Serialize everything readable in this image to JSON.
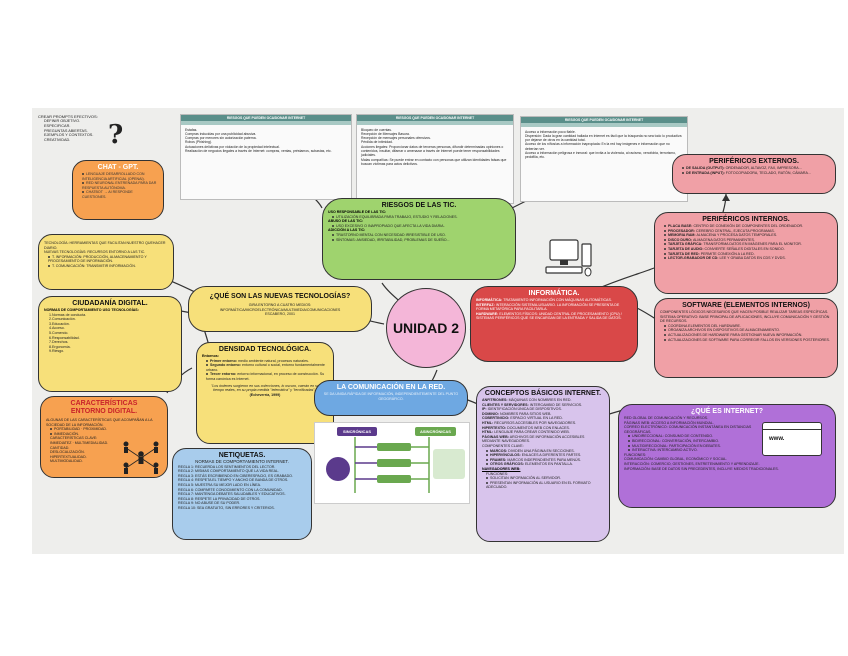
{
  "prompts": {
    "title": "CREAR PROMPTS EFECTIVOS:",
    "items": [
      "DEFINIR OBJETIVO.",
      "ESPECIFICAR.",
      "PREGUNTAS ABIERTAS.",
      "EJEMPLOS Y CONTEXTOS.",
      "CREATIVIDAD."
    ]
  },
  "question_mark": "?",
  "cards": [
    {
      "title": "RIESGOS QUE PUEDEN OCASIONAR INTERNET",
      "items": [
        "Estafas.",
        "Compras inducidas por una publicidad abusiva.",
        "Compras por menores sin autorización paterna.",
        "Robos (Phishing).",
        "Actuaciones delictivas por violación de la propiedad intelectual.",
        "Realización de negocios ilegales a través de Internet: compras, ventas, préstamos, subastas, etc."
      ]
    },
    {
      "title": "RIESGOS QUE PUEDEN OCASIONAR INTERNET",
      "items": [
        "Bloqueo de cuentas.",
        "Recepción de Mensajes Basura.",
        "Recepción de mensajes personales ofensivos.",
        "Pérdida de intimidad.",
        "Acciones ilegales: Proporcionar datos de terceras personas, difundir determinadas opiniones o contenidos, insultar, difamar o amenazar a través de Internet puede tener responsabilidades judiciales.",
        "Malas compañías: Se puede entrar en contacto con personas que utilizan identidades falsas que buscan víctimas para actos delictivos."
      ]
    },
    {
      "title": "RIESGOS QUE PUEDEN OCASIONAR INTERNET",
      "items": [
        "Acceso a información poco fiable.",
        "Dispersión: Dada la gran cantidad hallada en Internet es fácil que la búsqueda no sea todo lo productiva por dejarse de otros en la cantidad total.",
        "Acceso de los niños/as a información inapropiada: En la red hay imágenes e información que no deberían ver.",
        "Acceso a información peligrosa e inmoral: que invita a la violencia, al racismo, xenofobia, terrorismo, pedofilia, etc."
      ]
    }
  ],
  "chat": {
    "title": "CHAT - GPT.",
    "items": [
      "LENGUAJE DESARROLLADO CON INTELIGENCIA ARTIFICIAL (OPENAI).",
      "RED NEURONAL ENTRENADA PARA DAR RESPUESTA AUTÓNOMA.",
      "CHATBOT → AI RESPONDE CUESTIONES."
    ]
  },
  "tecnologia": {
    "lines": [
      "TECNOLOGÍA: HERRAMIENTAS QUE FACILITAN NUESTRO QUEHACER DIARIO.",
      "NUEVAS TECNOLOGÍAS: RECURSOS ENTORNO A LAS TIC."
    ],
    "items": [
      "T. INFORMACIÓN: PRODUCCIÓN, ALMACENAMIENTO Y PROCESAMIENTO DE INFORMACIÓN.",
      "T. COMUNICACIÓN: TRANSMITIR INFORMACIÓN."
    ]
  },
  "ciudadania": {
    "title": "CIUDADANÍA DIGITAL.",
    "subtitle": "NORMAS DE COMPORTAMIENTO USO TECNOLOGÍAS:",
    "items": [
      "1.Normas de conducta.",
      "2.Comunicación.",
      "3.Educación.",
      "4.Acceso.",
      "5.Comercio.",
      "6.Responsabilidad.",
      "7.Derechos.",
      "8.Ergonomía.",
      "9.Riesgo."
    ]
  },
  "riesgos": {
    "title": "RIESGOS DE LAS TIC.",
    "sections": [
      {
        "heading": "USO RESPONSABLE DE LAS TIC:",
        "items": [
          "UTILIZACIÓN EQUILIBRADA PARA TRABAJO, ESTUDIO Y RELACIONES."
        ]
      },
      {
        "heading": "ABUSO DE LAS TIC:",
        "items": [
          "USO EXCESIVO O INAPROPIADO QUE AFECTA LA VIDA DIARIA."
        ]
      },
      {
        "heading": "ADICCIÓN A LAS TIC:",
        "items": [
          "TRASTORNO MENTAL CON NECESIDAD IRRESISTIBLE DE USO.",
          "SÍNTOMAS: ANSIEDAD, IRRITABILIDAD, PROBLEMAS DE SUEÑO..."
        ]
      }
    ]
  },
  "nuevas": {
    "title": "¿QUÉ SON LAS NUEVAS TECNOLOGÍAS?",
    "body": "GIRA ENTORNO A CUATRO MEDIOS: INFORMÁTICA/MICROELECTRÓNICA/MULTIMEDIA/COMUNICACIONES",
    "cite": "ESCABERO, 2001"
  },
  "unidad": "UNIDAD 2",
  "informatica": {
    "title": "INFORMÁTICA.",
    "lines": [
      {
        "label": "INFORMÁTICA:",
        "text": "TRATAMIENTO INFORMACIÓN CON MÁQUINAS AUTOMÁTICAS."
      },
      {
        "label": "INTERFAZ:",
        "text": "INTERACCIÓN SISTEMA-USUARIO. LA INFORMACIÓN SE PRESENTA DE FORMA METAFÓRICA PARA FACILITARLA."
      },
      {
        "label": "HARDWARE:",
        "text": "ELEMENTOS FÍSICOS: UNIDAD CENTRAL DE PROCESAMIENTO (CPU) / SISTEMAS PERIFÉRICOS QUE SE ENCARGAN DE LA ENTRADA Y SALIDA DE DATOS."
      }
    ]
  },
  "perif_ext": {
    "title": "PERIFÉRICOS EXTERNOS.",
    "lines": [
      {
        "label": "DE SALIDA (OUTPUT):",
        "text": "ORDENADOR, ALTAVOZ, FAX, IMPRESORA..."
      },
      {
        "label": "DE ENTRADA (INPUT):",
        "text": "FOTOCOPIADORA, TECLADO, RATÓN, CÁMARA..."
      }
    ]
  },
  "perif_int": {
    "title": "PERIFÉRICOS INTERNOS.",
    "lines": [
      {
        "label": "PLACA BASE:",
        "text": "CENTRO DE CONEXIÓN DE COMPONENTES DEL ORDENADOR."
      },
      {
        "label": "PROCESADOR:",
        "text": "CEREBRO CENTRAL, EJECUTA PROGRAMAS."
      },
      {
        "label": "MEMORIA RAM:",
        "text": "ALMACENA Y PROCESA DATOS TEMPORALES."
      },
      {
        "label": "DISCO DURO:",
        "text": "ALMACENA DATOS PERMANENTES."
      },
      {
        "label": "TARJETA GRÁFICA:",
        "text": "TRANSFORMA DATOS EN IMÁGENES PARA EL MONITOR."
      },
      {
        "label": "TARJETA DE AUDIO:",
        "text": "CONVIERTE SEÑALES DIGITALES EN SONIDO."
      },
      {
        "label": "TARJETA DE RED:",
        "text": "PERMITE CONEXIÓN A LA RED."
      },
      {
        "label": "LECTOR-GRABADOR DE CD:",
        "text": "LEE Y GRABA DATOS EN CDS Y DVDS."
      }
    ]
  },
  "software": {
    "title": "SOFTWARE (ELEMENTOS INTERNOS)",
    "lines": [
      "COMPONENTES LÓGICOS NECESARIOS QUE HACEN POSIBLE REALIZAR TAREAS ESPECÍFICAS.",
      "SISTEMA OPERATIVO: BASE PRINCIPAL DE APLICACIONES, INCLUYE COMUNICACIÓN Y GESTIÓN DE RECURSOS."
    ],
    "items": [
      "COORDINA ELEMENTOS DEL HARDWARE.",
      "ORGANIZA ARCHIVOS EN DISPOSITIVOS DE ALMACENAMIENTO.",
      "ACTUALIZACIONES DE HARDWARE PARA GESTIONAR NUEVA INFORMACIÓN.",
      "ACTUALIZACIONES DE SOFTWARE PARA CORREGIR FALLOS EN VERSIONES POSTERIORES."
    ]
  },
  "densidad": {
    "title": "DENSIDAD TECNOLÓGICA.",
    "subtitle": "Entornos:",
    "items": [
      {
        "label": "Primer entorno:",
        "text": "medio ambiente natural, procesos naturales."
      },
      {
        "label": "Segundo entorno:",
        "text": "entorno cultural o social, entorno fundamentalmente urbano."
      },
      {
        "label": "Tercer entorno:",
        "text": "entorno informacional, en proceso de construcción. Su forma canónica es Internet."
      }
    ],
    "quote": "\"Los órdenes surgieron en sus colecciones, lo oscuro, caerán en su tiempo reales, en su propia medida \"telemática\" y \"tecnificadas\".\"",
    "cite": "(Echeverría, 1999)"
  },
  "comunicacion": {
    "title": "LA COMUNICACIÓN EN LA RED.",
    "body": "SE DA UNIDA RÁPIDA DE INFORMACIÓN, INDEPENDIENTEMENTE DEL PUNTO GEOGRÁFICO."
  },
  "sincronicas": {
    "labels": [
      "SINCRÓNICAS",
      "ASINCRÓNICAS"
    ]
  },
  "caracteristicas": {
    "title": "CARACTERÍSTICAS ENTORNO DIGITAL.",
    "lead": "ALGUNAS DE LAS CARACTERÍSTICAS QUE ACOMPAÑAN A LA SOCIEDAD DE LA INFORMACIÓN.",
    "items": [
      "PORTABILIDAD · PROXIMIDAD.",
      "INMEDIACIÓN.",
      "CARACTERÍSTICAS CLAVE:",
      "INMEDIATEZ · MULTIMEDIALIDAD.",
      "CANTIDAD.",
      "DESLOCALIZACIÓN.",
      "HIPERTEXTUALIDAD.",
      "MULTIMODALIDAD."
    ]
  },
  "netiquetas": {
    "title": "NETIQUETAS.",
    "subtitle": "NORMAS DE COMPORTAMIENTO INTERNET.",
    "items": [
      "REGLA 1: RECUERDA LOS SENTIMIENTOS DEL LECTOR.",
      "REGLA 2: MISMAS COMPORTAMIENTO QUE LA VIDA REAL.",
      "REGLA 3: ESTÁS ESCRIBIENDO EN CIBERESPACIO, ES GRABADO.",
      "REGLA 4: RESPETA EL TIEMPO Y ANCHO DE BANDA DE OTROS.",
      "REGLA 5: MUESTRA SU MEJOR LADO EN LÍNEA.",
      "REGLA 6: COMPARTE CONOCIMIENTO CON LA COMUNIDAD.",
      "REGLA 7: MANTENGA DEBATES SALUDABLES Y EDUCATIVOS.",
      "REGLA 8: RESPETE LA PRIVACIDAD DE OTROS.",
      "REGLA 9: NO ABUSE DE SU PODER.",
      "REGLA 10: SEA GRATUITO, SIN ERRORES Y CRITERIOS."
    ]
  },
  "conceptos": {
    "title": "CONCEPTOS BÁSICOS INTERNET.",
    "lines": [
      {
        "label": "ANFITRIONES:",
        "text": "MÁQUINAS CON NOMBRES EN RED."
      },
      {
        "label": "CLIENTES Y SERVIDORES:",
        "text": "INTERCAMBIO DE SERVICIOS."
      },
      {
        "label": "IP:",
        "text": "IDENTIFICACIÓN ÚNICA DE DISPOSITIVOS."
      },
      {
        "label": "DOMINIO:",
        "text": "NOMBRES PARA SITIOS WEB."
      },
      {
        "label": "COBERTINICIO:",
        "text": "ESPACIO VIRTUAL EN LA RED."
      },
      {
        "label": "HTML:",
        "text": "RECURSOS ACCESIBLES POR NAVEGADORES."
      },
      {
        "label": "HIPERTEXTO:",
        "text": "DOCUMENTOS WEB CON ENLACES."
      },
      {
        "label": "HTML:",
        "text": "LENGUAJE PARA CREAR CONTENIDO WEB."
      },
      {
        "label": "PÁGINAS WEB:",
        "text": "ARCHIVOS DE INFORMACIÓN ACCESIBLES MEDIANTE NAVEGADORES."
      }
    ],
    "sub_lead": "COMPONENTES CLAVE:",
    "sub_items": [
      {
        "label": "MARCOS:",
        "text": "DIVIDEN UNA PÁGINA EN SECCIONES."
      },
      {
        "label": "HIPERVÍNCULOS:",
        "text": "ENLACES A DIFERENTES PARTES."
      },
      {
        "label": "FRAMES:",
        "text": "MARCOS INDEPENDIENTES PARA MENÚS."
      },
      {
        "label": "OTROS GRÁFICOS:",
        "text": "ELEMENTOS EN PANTALLA."
      }
    ],
    "nav_lead": "NAVEGADORES WEB:",
    "nav_items": [
      "FUNCIONES:",
      "SOLICITAN INFORMACIÓN AL SERVIDOR.",
      "PRESENTAN INFORMACIÓN AL USUARIO EN EL FORMATO ADECUADO."
    ]
  },
  "internet": {
    "title": "¿QUÉ ES INTERNET?",
    "lines": [
      "RED GLOBAL DE COMUNICACIÓN Y RECURSOS.",
      "PÁGINAS WEB: ACCESO A INFORMACIÓN MUNDIAL.",
      "CORREO ELECTRÓNICO: COMUNICACIÓN INSTANTÁNEA EN DISTANCIAS GEOGRÁFICAS.",
      "UNIDIRECCIONAL: CONSUMO DE CONTENIDO.",
      "BIDIRECCIONAL: CONVERSACIÓN, INTERCAMBIO.",
      "MULTIDIRECCIONAL: PARTICIPACIÓN EN DEBATES.",
      "INTERACTIVA: INTERCAMBIO ACTIVO.",
      "FUNCIONES:",
      "COMUNICACIÓN: CAMBIO GLOBAL, ECONÓMICO Y SOCIAL.",
      "INTERACCIÓN: COMERCIO, GESTIONES, ENTRETENIMIENTO Y APRENDIZAJE.",
      "INFORMACIÓN: BASE DE DATOS SIN PRECEDENTES, INCLUYE MEDIOS TRADICIONALES."
    ],
    "url_label": "www."
  },
  "colors": {
    "orange": "#f7a150",
    "yellow": "#f7e07a",
    "green": "#9fd36e",
    "red": "#d94848",
    "pink": "#f0a0a6",
    "blue": "#6ea8e2",
    "purple": "#d8c4ec",
    "violet": "#b070d8",
    "lightblue": "#a8ccec",
    "unidad": "#f4b6d8"
  }
}
